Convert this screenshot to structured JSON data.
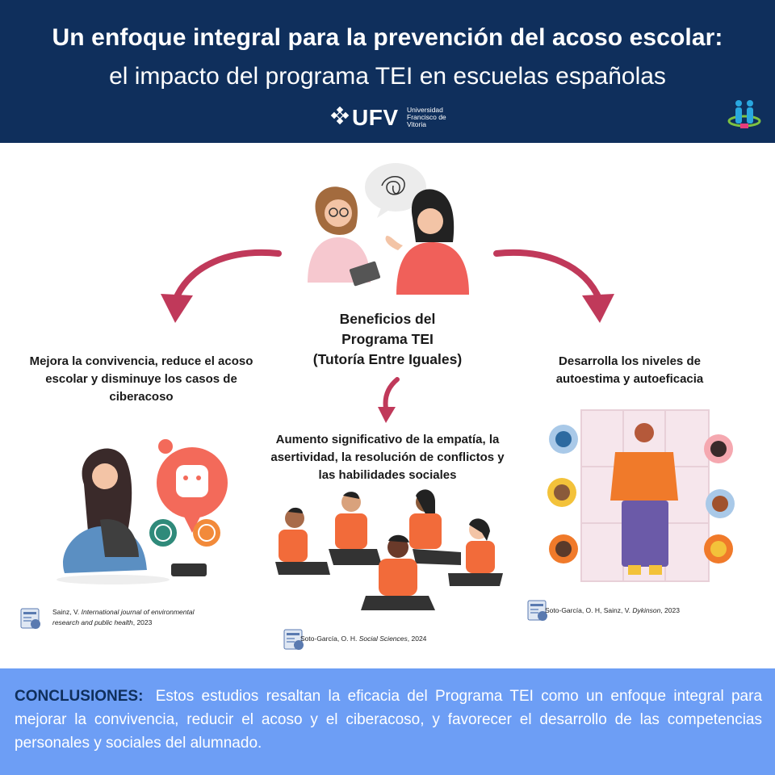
{
  "header": {
    "title_line1": "Un enfoque integral para la prevención del acoso escolar:",
    "title_line2": "el impacto del programa TEI en escuelas españolas",
    "logo_text": "UFV",
    "logo_sub_line1": "Universidad",
    "logo_sub_line2": "Francisco de",
    "logo_sub_line3": "Vitoria"
  },
  "center": {
    "title_line1": "Beneficios del",
    "title_line2": "Programa TEI",
    "title_line3": "(Tutoría Entre Iguales)"
  },
  "benefits": {
    "left": "Mejora la convivencia, reduce el acoso escolar y disminuye los casos de ciberacoso",
    "middle": "Aumento significativo de la empatía, la asertividad, la resolución de conflictos y las habilidades sociales",
    "right": "Desarrolla los niveles de autoestima y autoeficacia"
  },
  "citations": {
    "left_author": "Sainz, V. ",
    "left_journal": "International journal of environmental research and public health",
    "left_year": ", 2023",
    "middle_author": "Soto-García, O. H. ",
    "middle_journal": "Social Sciences",
    "middle_year": ", 2024",
    "right_author": "Soto-García, O. H, Sainz, V. ",
    "right_journal": "Dykinson",
    "right_year": ", 2023"
  },
  "footer": {
    "label": "CONCLUSIONES:",
    "text": "Estos estudios resaltan la eficacia del Programa TEI como un enfoque integral para mejorar la convivencia, reducir el acoso y el ciberacoso, y favorecer el desarrollo de las competencias personales y sociales del alumnado."
  },
  "colors": {
    "header_bg": "#0f2f5c",
    "footer_bg": "#6d9ef5",
    "arrow": "#c0395a",
    "accent_orange": "#f26b3a"
  }
}
